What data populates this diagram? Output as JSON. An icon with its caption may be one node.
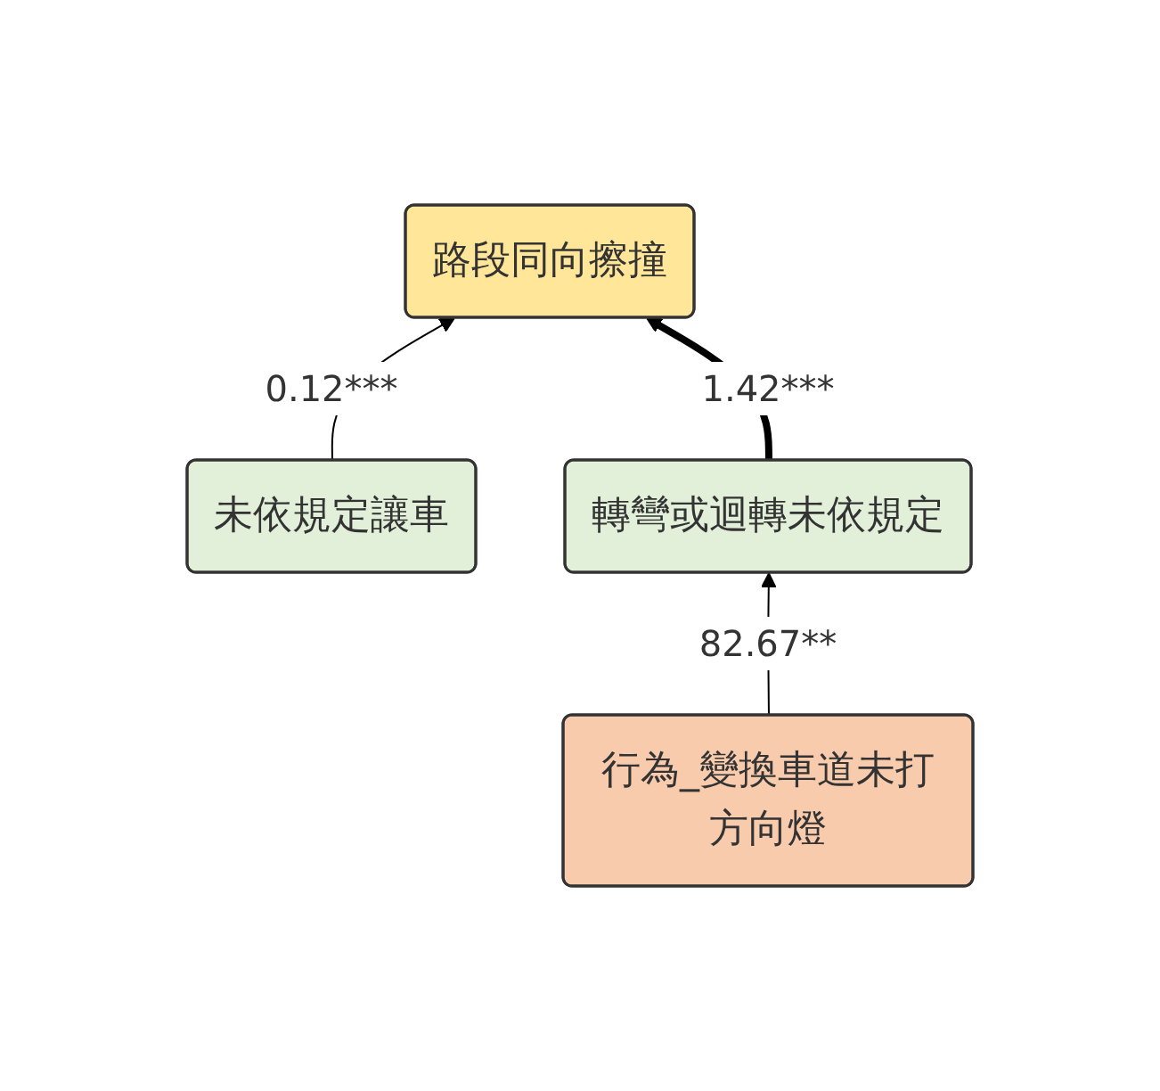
{
  "diagram": {
    "nodes": [
      {
        "text": [
          "路段同向擦撞"
        ]
      },
      {
        "text": [
          "未依規定讓車"
        ]
      },
      {
        "text": [
          "轉彎或迴轉未依規定"
        ]
      },
      {
        "text": [
          "行為_變換車道未打方向燈"
        ]
      }
    ],
    "edges": [
      {
        "from": 1,
        "to": 0,
        "arrow": "to",
        "label": "0.12***"
      },
      {
        "from": 2,
        "to": 0,
        "arrow": "to",
        "label": "1.42***",
        "style": "thick"
      },
      {
        "from": 3,
        "to": 2,
        "arrow": "to",
        "label": "82.67**"
      }
    ]
  }
}
